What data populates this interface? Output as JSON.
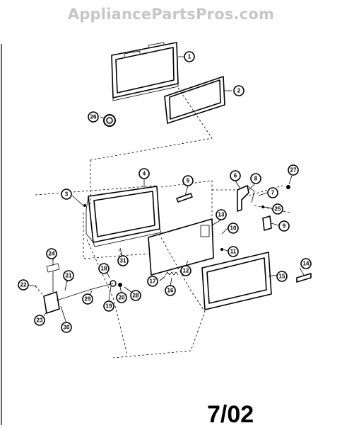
{
  "watermark": "AppliancePartsPros.com",
  "date_code": "7/02",
  "callouts": {
    "c1": "1",
    "c2": "2",
    "c3": "3",
    "c4": "4",
    "c5": "5",
    "c6": "6",
    "c7": "7",
    "c8": "8",
    "c9": "9",
    "c10": "10",
    "c11": "11",
    "c12": "12",
    "c13": "13",
    "c14": "14",
    "c15": "15",
    "c16": "16",
    "c17": "17",
    "c18": "18",
    "c19": "19",
    "c20": "20",
    "c21": "21",
    "c22": "22",
    "c23": "23",
    "c24": "24",
    "c25": "25",
    "c26": "26",
    "c27": "27",
    "c28": "28",
    "c29": "29",
    "c30": "30",
    "c31": "31"
  }
}
